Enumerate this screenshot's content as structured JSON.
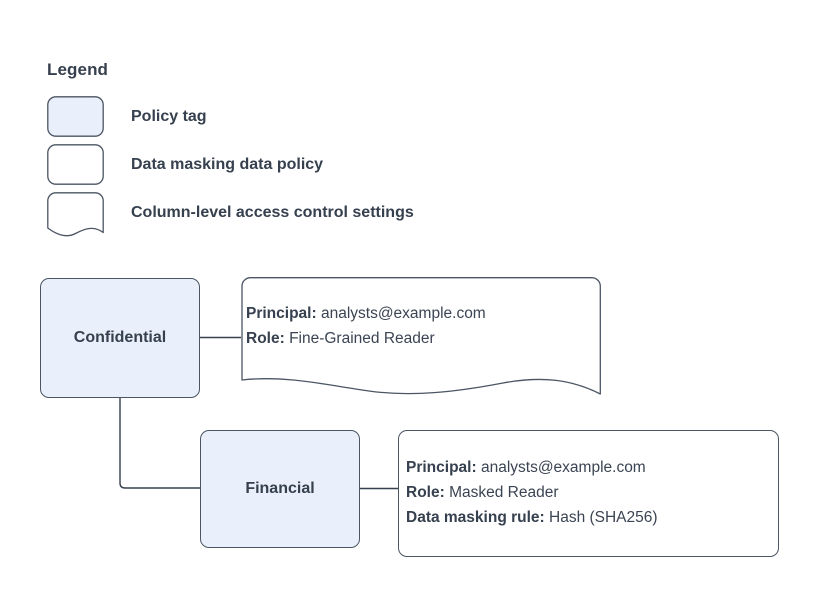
{
  "legend": {
    "title": "Legend",
    "items": [
      {
        "label": "Policy tag",
        "swatch": "policy-tag-swatch",
        "fill": "#e9f0fb",
        "shape": "rounded-rect"
      },
      {
        "label": "Data masking data policy",
        "swatch": "data-masking-policy-swatch",
        "fill": "#ffffff",
        "shape": "rounded-rect"
      },
      {
        "label": "Column-level access control settings",
        "swatch": "column-access-settings-swatch",
        "fill": "#ffffff",
        "shape": "wavy-bottom-document"
      }
    ]
  },
  "diagram": {
    "nodes": [
      {
        "id": "confidential",
        "label": "Confidential"
      },
      {
        "id": "financial",
        "label": "Financial"
      }
    ],
    "callouts": [
      {
        "id": "confidential-access-settings",
        "shape": "wavy-bottom-document",
        "lines": [
          {
            "key": "Principal:",
            "value": "analysts@example.com"
          },
          {
            "key": "Role:",
            "value": "Fine-Grained Reader"
          }
        ]
      },
      {
        "id": "financial-masking-policy",
        "shape": "rounded-rect",
        "lines": [
          {
            "key": "Principal:",
            "value": "analysts@example.com"
          },
          {
            "key": "Role:",
            "value": "Masked Reader"
          },
          {
            "key": "Data masking rule:",
            "value": "Hash (SHA256)"
          }
        ]
      }
    ],
    "edges": [
      {
        "id": "confidential-to-settings",
        "from": "confidential",
        "to": "confidential-access-settings"
      },
      {
        "id": "confidential-to-financial",
        "from": "confidential",
        "to": "financial"
      },
      {
        "id": "financial-to-masking-policy",
        "from": "financial",
        "to": "financial-masking-policy"
      }
    ]
  },
  "colors": {
    "tag_fill": "#e9f0fb",
    "stroke": "#4b5563",
    "text": "#36404e",
    "background": "#ffffff"
  }
}
